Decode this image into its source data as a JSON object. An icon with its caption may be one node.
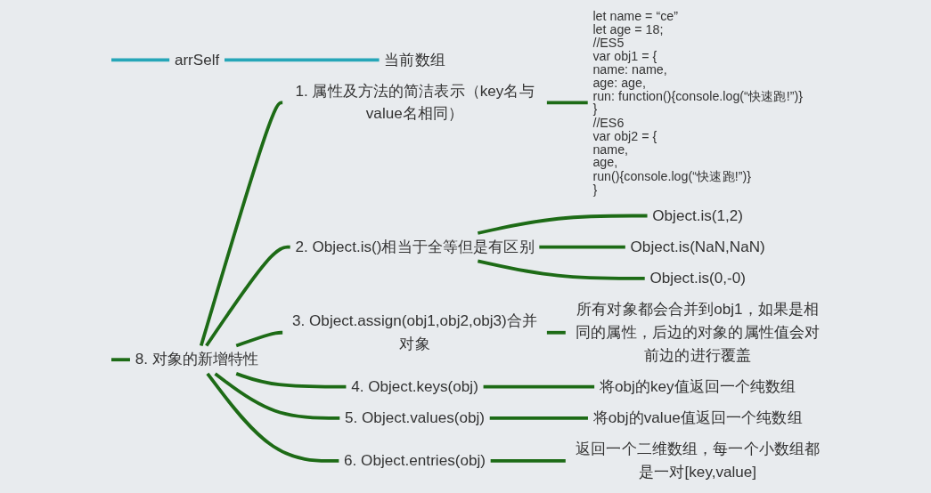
{
  "diagram": {
    "nodes": [
      {
        "text": [
          "arrSelf"
        ]
      },
      {
        "text": [
          "当前数组"
        ]
      },
      {
        "text": [
          "8. 对象的新增特性"
        ]
      },
      {
        "text": [
          "1. 属性及方法的简洁表示（key名与value名相同）"
        ]
      },
      {
        "text": [
          "let name = “ce”",
          "let age = 18;",
          "//ES5",
          "var obj1 = {",
          "name: name,",
          "age: age,",
          "run: function(){console.log(“快速跑!”)}",
          "}",
          "//ES6",
          "var obj2 = {",
          "name,",
          "age,",
          "run(){console.log(“快速跑!”)}",
          "}"
        ]
      },
      {
        "text": [
          "2. Object.is()相当于全等但是有区别"
        ]
      },
      {
        "text": [
          "Object.is(1,2)"
        ]
      },
      {
        "text": [
          "Object.is(NaN,NaN)"
        ]
      },
      {
        "text": [
          "Object.is(0,-0)"
        ]
      },
      {
        "text": [
          "3. Object.assign(obj1,obj2,obj3)合并对象"
        ]
      },
      {
        "text": [
          "所有对象都会合并到obj1，如果是相同的属性，后边的对象的属性值会对前边的进行覆盖"
        ]
      },
      {
        "text": [
          "4. Object.keys(obj)"
        ]
      },
      {
        "text": [
          "将obj的key值返回一个纯数组"
        ]
      },
      {
        "text": [
          "5. Object.values(obj)"
        ]
      },
      {
        "text": [
          "将obj的value值返回一个纯数组"
        ]
      },
      {
        "text": [
          "6. Object.entries(obj)"
        ]
      },
      {
        "text": [
          "返回一个二维数组，每一个小数组都是一对[key,value]"
        ]
      }
    ],
    "edges": [
      {
        "from": null,
        "to": 0,
        "arrow": "none",
        "color": "#26a6b8"
      },
      {
        "from": 0,
        "to": 1,
        "arrow": "none",
        "color": "#26a6b8"
      },
      {
        "from": null,
        "to": 2,
        "arrow": "none"
      },
      {
        "from": 2,
        "to": 3,
        "arrow": "none"
      },
      {
        "from": 3,
        "to": 4,
        "arrow": "none"
      },
      {
        "from": 2,
        "to": 5,
        "arrow": "none"
      },
      {
        "from": 5,
        "to": 6,
        "arrow": "none"
      },
      {
        "from": 5,
        "to": 7,
        "arrow": "none"
      },
      {
        "from": 5,
        "to": 8,
        "arrow": "none"
      },
      {
        "from": 2,
        "to": 9,
        "arrow": "none"
      },
      {
        "from": 9,
        "to": 10,
        "arrow": "none"
      },
      {
        "from": 2,
        "to": 11,
        "arrow": "none"
      },
      {
        "from": 11,
        "to": 12,
        "arrow": "none"
      },
      {
        "from": 2,
        "to": 13,
        "arrow": "none"
      },
      {
        "from": 13,
        "to": 14,
        "arrow": "none"
      },
      {
        "from": 2,
        "to": 15,
        "arrow": "none"
      },
      {
        "from": 15,
        "to": 16,
        "arrow": "none"
      }
    ]
  }
}
